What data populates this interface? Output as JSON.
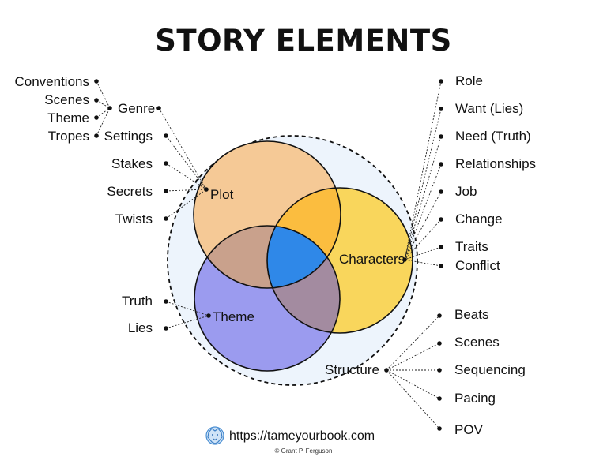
{
  "title": "STORY ELEMENTS",
  "circles": {
    "plot": "Plot",
    "characters": "Characters",
    "theme": "Theme",
    "structure": "Structure"
  },
  "genre": {
    "label": "Genre",
    "items": [
      "Conventions",
      "Scenes",
      "Theme",
      "Tropes"
    ]
  },
  "plot_items": [
    "Settings",
    "Stakes",
    "Secrets",
    "Twists"
  ],
  "character_items": [
    "Role",
    "Want (Lies)",
    "Need (Truth)",
    "Relationships",
    "Job",
    "Change",
    "Traits",
    "Conflict"
  ],
  "theme_items": [
    "Truth",
    "Lies"
  ],
  "structure_items": [
    "Beats",
    "Scenes",
    "Sequencing",
    "Pacing",
    "POV"
  ],
  "footer": {
    "url": "https://tameyourbook.com",
    "copyright": "© Grant P. Ferguson"
  },
  "colors": {
    "plot": "#f5c996",
    "characters": "#f9d65c",
    "theme": "#9b9bef",
    "plot_char": "#fbbd3f",
    "plot_theme": "#c9a18c",
    "char_theme": "#a38ba0",
    "center": "#2f88e8",
    "outer": "#edf4fc"
  }
}
